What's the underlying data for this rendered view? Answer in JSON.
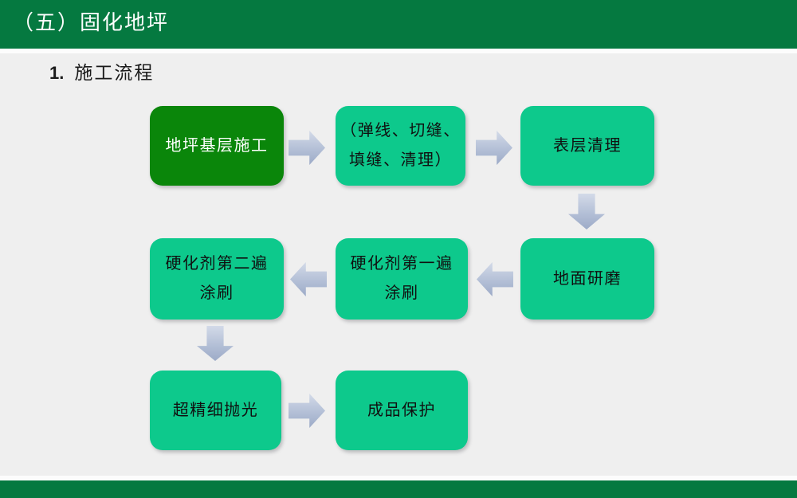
{
  "slide": {
    "title": "（五）固化地坪",
    "section_number": "1.",
    "section_title": "施工流程"
  },
  "flowchart": {
    "nodes": [
      {
        "id": "floor-base-construction",
        "variant": "dark",
        "lines": [
          "地坪基层施工"
        ]
      },
      {
        "id": "snapline-cut-fill-clean",
        "variant": "light",
        "lines": [
          "（弹线、切缝、",
          "填缝、清理）"
        ]
      },
      {
        "id": "surface-cleaning",
        "variant": "light",
        "lines": [
          "表层清理"
        ]
      },
      {
        "id": "floor-grinding",
        "variant": "light",
        "lines": [
          "地面研磨"
        ]
      },
      {
        "id": "hardener-first-coat",
        "variant": "light",
        "lines": [
          "硬化剂第一遍",
          "涂刷"
        ]
      },
      {
        "id": "hardener-second-coat",
        "variant": "light",
        "lines": [
          "硬化剂第二遍",
          "涂刷"
        ]
      },
      {
        "id": "ultra-fine-polishing",
        "variant": "light",
        "lines": [
          "超精细抛光"
        ]
      },
      {
        "id": "finished-product-protection",
        "variant": "light",
        "lines": [
          "成品保护"
        ]
      }
    ],
    "flow_order": [
      "地坪基层施工",
      "（弹线、切缝、填缝、清理）",
      "表层清理",
      "地面研磨",
      "硬化剂第一遍涂刷",
      "硬化剂第二遍涂刷",
      "超精细抛光",
      "成品保护"
    ]
  },
  "colors": {
    "header_green": "#057940",
    "footer_green": "#057940",
    "dark_node_green": "#0a860a",
    "light_node_green": "#0dc98c",
    "node_text_dark": "#101010",
    "node_text_light": "#ffffff",
    "arrow_light": "#d3dae8",
    "arrow_mid": "#b3bfd6",
    "arrow_dark": "#9caac7",
    "background": "#efefef",
    "strip_white": "#fcfcfc",
    "heading_text": "#1a1a1a",
    "title_text": "#ffffff"
  }
}
